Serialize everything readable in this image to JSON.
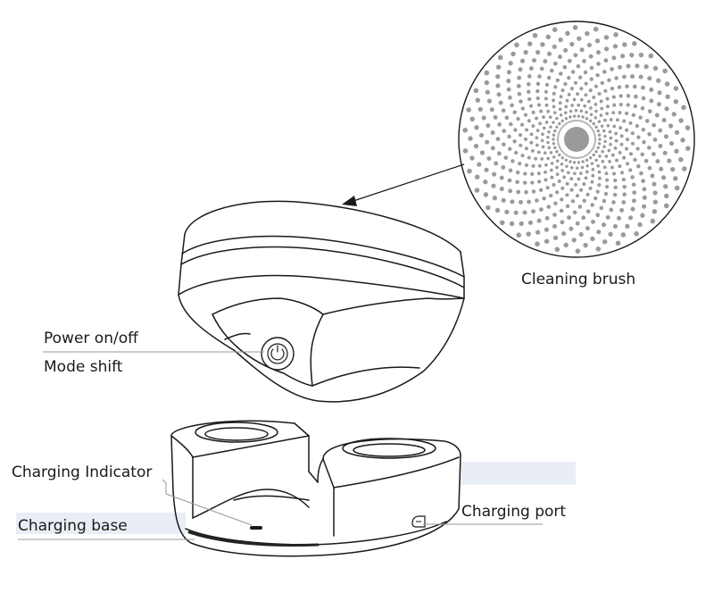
{
  "labels": {
    "cleaning_brush": "Cleaning brush",
    "power": "Power on/off",
    "mode": "Mode shift",
    "charging_indicator": "Charging Indicator",
    "charging_base": "Charging base",
    "charging_port": "Charging port"
  },
  "colors": {
    "line": "#1a1a1a",
    "dot": "#9a9a9a",
    "center": "#9a9a9a",
    "leader": "#999999",
    "band": "#e9edf5",
    "dark_groove": "#222222"
  }
}
